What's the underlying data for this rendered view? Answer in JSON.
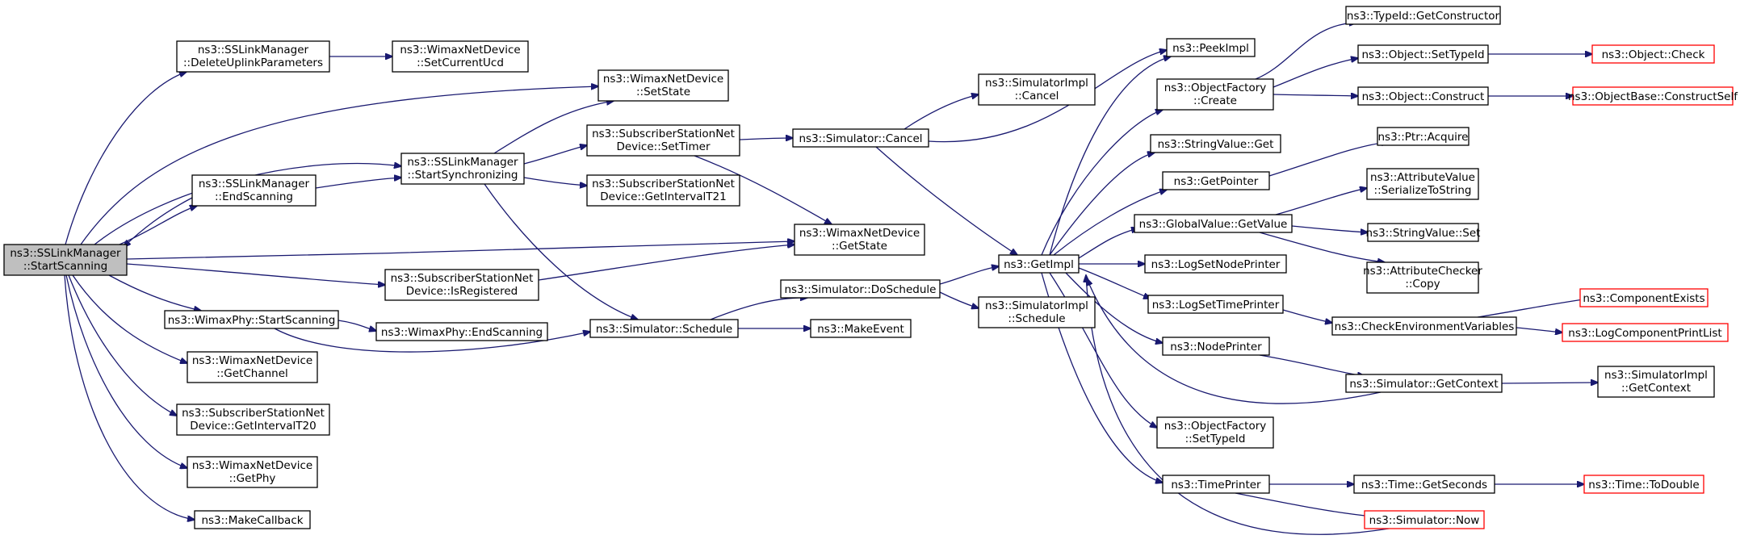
{
  "nodes": {
    "n_root": [
      "ns3::SSLinkManager",
      "::StartScanning"
    ],
    "n_delup": [
      "ns3::SSLinkManager",
      "::DeleteUplinkParameters"
    ],
    "n_setucd": [
      "ns3::WimaxNetDevice",
      "::SetCurrentUcd"
    ],
    "n_wsetstate": [
      "ns3::WimaxNetDevice",
      "::SetState"
    ],
    "n_sync": [
      "ns3::SSLinkManager",
      "::StartSynchronizing"
    ],
    "n_endscan": [
      "ns3::SSLinkManager",
      "::EndScanning"
    ],
    "n_settimer": [
      "ns3::SubscriberStationNet",
      "Device::SetTimer"
    ],
    "n_t21": [
      "ns3::SubscriberStationNet",
      "Device::GetIntervalT21"
    ],
    "n_getstate": [
      "ns3::WimaxNetDevice",
      "::GetState"
    ],
    "n_isreg": [
      "ns3::SubscriberStationNet",
      "Device::IsRegistered"
    ],
    "n_physcan": [
      "ns3::WimaxPhy::StartScanning"
    ],
    "n_phyend": [
      "ns3::WimaxPhy::EndScanning"
    ],
    "n_getchan": [
      "ns3::WimaxNetDevice",
      "::GetChannel"
    ],
    "n_t20": [
      "ns3::SubscriberStationNet",
      "Device::GetIntervalT20"
    ],
    "n_getphy": [
      "ns3::WimaxNetDevice",
      "::GetPhy"
    ],
    "n_makecb": [
      "ns3::MakeCallback"
    ],
    "n_sched": [
      "ns3::Simulator::Schedule"
    ],
    "n_cancel": [
      "ns3::Simulator::Cancel"
    ],
    "n_implcancel": [
      "ns3::SimulatorImpl",
      "::Cancel"
    ],
    "n_dosched": [
      "ns3::Simulator::DoSchedule"
    ],
    "n_implsched": [
      "ns3::SimulatorImpl",
      "::Schedule"
    ],
    "n_makeevent": [
      "ns3::MakeEvent"
    ],
    "n_getimpl": [
      "ns3::GetImpl"
    ],
    "n_peekimpl": [
      "ns3::PeekImpl"
    ],
    "n_ofcreate": [
      "ns3::ObjectFactory",
      "::Create"
    ],
    "n_strget": [
      "ns3::StringValue::Get"
    ],
    "n_getptr": [
      "ns3::GetPointer"
    ],
    "n_gvget": [
      "ns3::GlobalValue::GetValue"
    ],
    "n_lognode": [
      "ns3::LogSetNodePrinter"
    ],
    "n_logtime": [
      "ns3::LogSetTimePrinter"
    ],
    "n_nodeprinter": [
      "ns3::NodePrinter"
    ],
    "n_ofsettype": [
      "ns3::ObjectFactory",
      "::SetTypeId"
    ],
    "n_timeprinter": [
      "ns3::TimePrinter"
    ],
    "n_getctor": [
      "ns3::TypeId::GetConstructor"
    ],
    "n_objsettype": [
      "ns3::Object::SetTypeId"
    ],
    "n_objconstruct": [
      "ns3::Object::Construct"
    ],
    "n_ptracq": [
      "ns3::Ptr::Acquire"
    ],
    "n_attrser": [
      "ns3::AttributeValue",
      "::SerializeToString"
    ],
    "n_strset": [
      "ns3::StringValue::Set"
    ],
    "n_attrcopy": [
      "ns3::AttributeChecker",
      "::Copy"
    ],
    "n_checkenv": [
      "ns3::CheckEnvironmentVariables"
    ],
    "n_simctx": [
      "ns3::Simulator::GetContext"
    ],
    "n_getsec": [
      "ns3::Time::GetSeconds"
    ],
    "n_simnow": [
      "ns3::Simulator::Now"
    ],
    "n_objcheck": [
      "ns3::Object::Check"
    ],
    "n_objbase": [
      "ns3::ObjectBase::ConstructSelf"
    ],
    "n_compexists": [
      "ns3::ComponentExists"
    ],
    "n_logcomp": [
      "ns3::LogComponentPrintList"
    ],
    "n_implctx": [
      "ns3::SimulatorImpl",
      "::GetContext"
    ],
    "n_todouble": [
      "ns3::Time::ToDouble"
    ]
  }
}
